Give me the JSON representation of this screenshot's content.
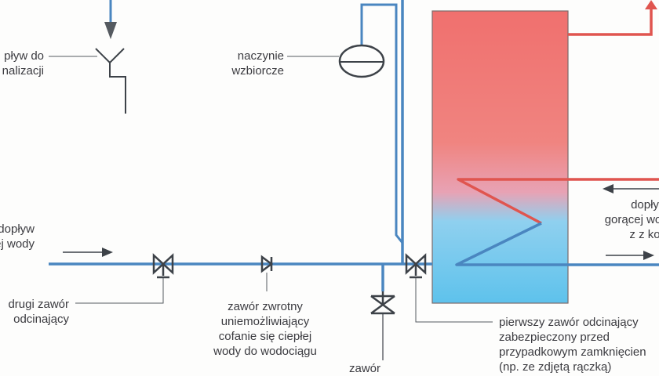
{
  "labels": {
    "drain": [
      "pływ do",
      "nalizacji"
    ],
    "expansion_vessel": [
      "naczynie",
      "wzbiorcze"
    ],
    "cold_inlet": [
      "dopływ",
      "nnej wody"
    ],
    "second_valve": [
      "drugi zawór",
      "odcinający"
    ],
    "check_valve": [
      "zawór zwrotny",
      "uniemożliwiający",
      "cofanie się ciepłej",
      "wody do wodociągu"
    ],
    "safety_valve": [
      "zawór"
    ],
    "hot_supply": [
      "dopły",
      "gorącej wo",
      "z z ko"
    ],
    "first_valve": [
      "pierwszy zawór odcinający",
      "zabezpieczony przed",
      "przypadkowym zamknięcien",
      "(np. ze zdjętą rączką)"
    ]
  },
  "colors": {
    "pipe_blue": "#4a86c0",
    "pipe_red": "#e0554f",
    "tank_hot": "#f07a76",
    "tank_cold": "#6fc6ea",
    "line_dark": "#3d4248"
  }
}
